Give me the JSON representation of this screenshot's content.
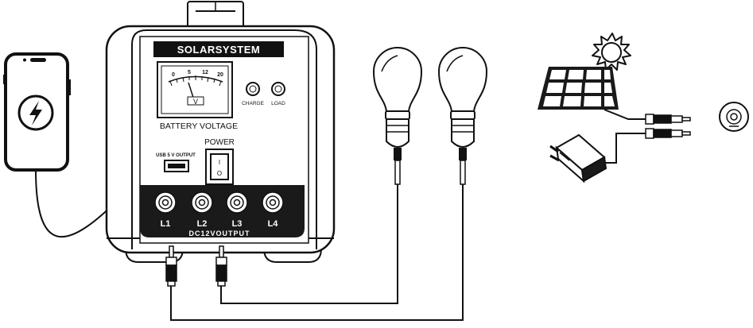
{
  "unit": {
    "brand": "SOLARSYSTEM",
    "meter_scale": [
      "0",
      "5",
      "12",
      "20"
    ],
    "meter_caption": "BATTERY VOLTAGE",
    "indicators": [
      {
        "label": "CHARGE"
      },
      {
        "label": "LOAD"
      }
    ],
    "usb_label": "USB 5 V OUTPUT",
    "power_label": "POWER",
    "switch_symbols": {
      "on": "I",
      "off": "O"
    },
    "outputs": [
      "L1",
      "L2",
      "L3",
      "L4"
    ],
    "dc_output_label": "DC12VOUTPUT"
  },
  "icons": {
    "phone": "smartphone-icon",
    "charge": "lightning-bolt-icon",
    "bulbs": "light-bulb-icon",
    "panel": "solar-panel-icon",
    "sun": "sun-icon",
    "adapter": "wall-adapter-icon",
    "socket": "dc-socket-icon"
  },
  "colors": {
    "ink": "#111111",
    "paper": "#ffffff",
    "panel_dark": "#1a1a1a"
  }
}
